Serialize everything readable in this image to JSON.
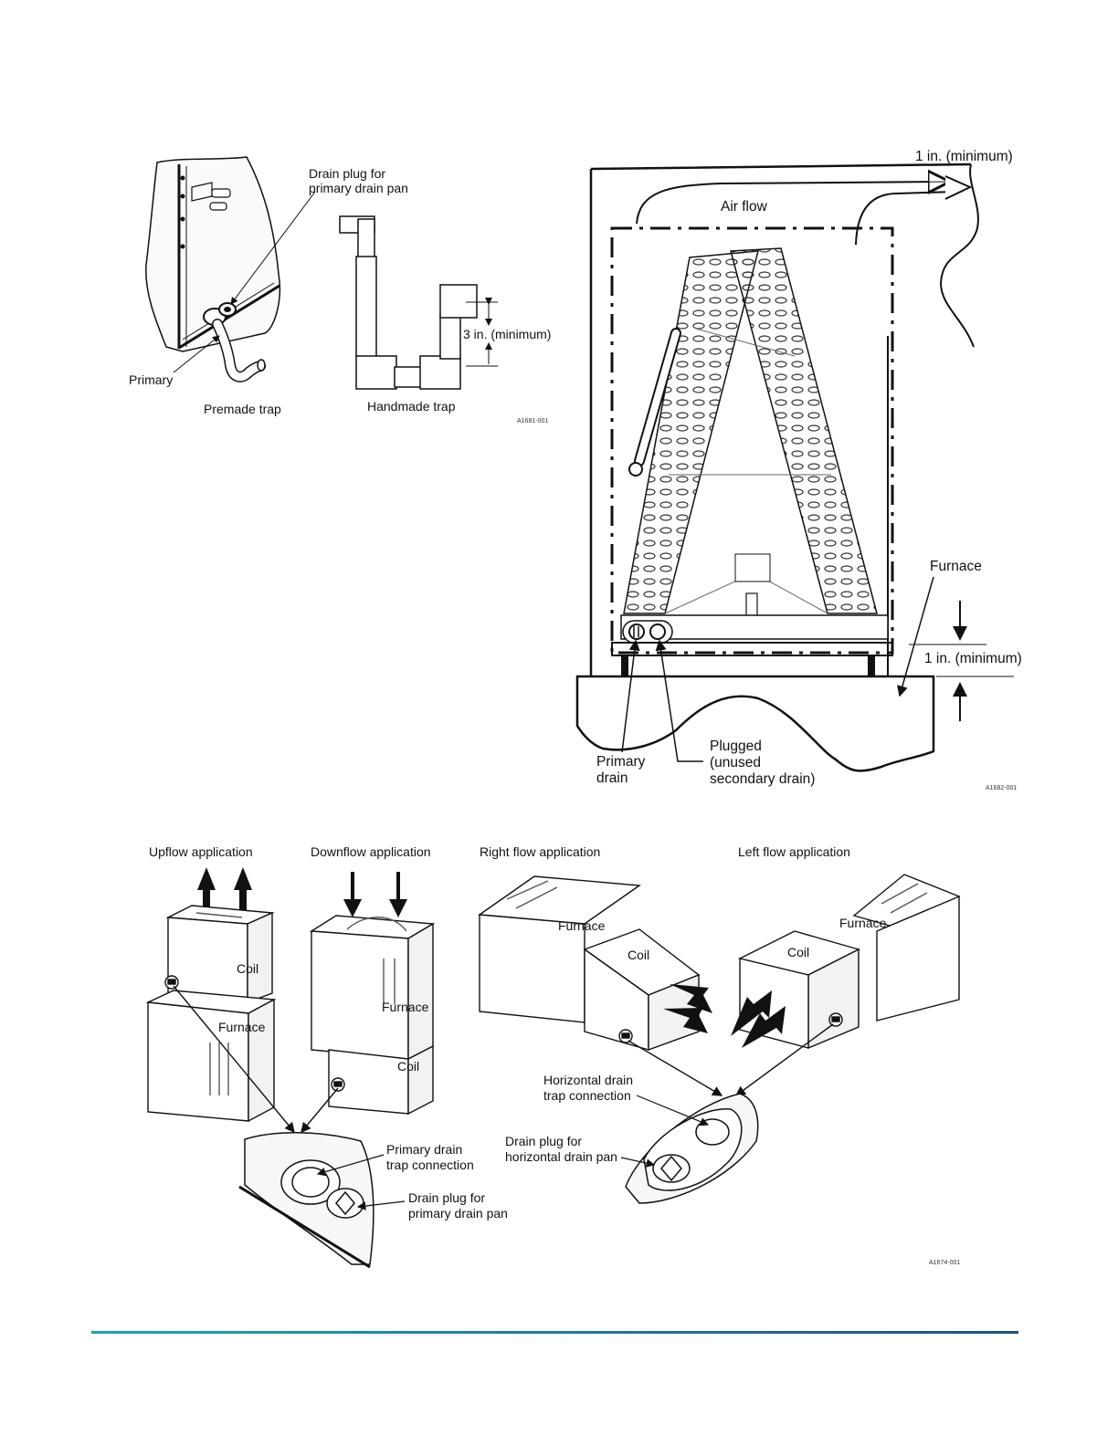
{
  "figure_trap": {
    "drain_plug_label": [
      "Drain plug for",
      "primary drain pan"
    ],
    "primary_label": "Primary",
    "premade_trap_label": "Premade trap",
    "handmade_trap_label": "Handmade trap",
    "min_height_label": "3 in. (minimum)",
    "figure_id": "A1681-001"
  },
  "figure_coil": {
    "top_clearance_label": "1 in. (minimum)",
    "airflow_label": "Air flow",
    "furnace_label": "Furnace",
    "bottom_clearance_label": "1 in. (minimum)",
    "primary_drain_label": [
      "Primary",
      "drain"
    ],
    "plugged_label": [
      "Plugged",
      "(unused",
      "secondary drain)"
    ],
    "figure_id": "A1682-001"
  },
  "figure_applications": {
    "upflow_title": "Upflow application",
    "downflow_title": "Downflow application",
    "rightflow_title": "Right flow application",
    "leftflow_title": "Left flow application",
    "coil_label": "Coil",
    "furnace_label": "Furnace",
    "horizontal_trap_label": [
      "Horizontal drain",
      "trap connection"
    ],
    "horizontal_plug_label": [
      "Drain plug for",
      "horizontal drain pan"
    ],
    "primary_trap_label": [
      "Primary drain",
      "trap connection"
    ],
    "primary_plug_label": [
      "Drain plug for",
      "primary drain pan"
    ],
    "figure_id": "A1674-001"
  }
}
